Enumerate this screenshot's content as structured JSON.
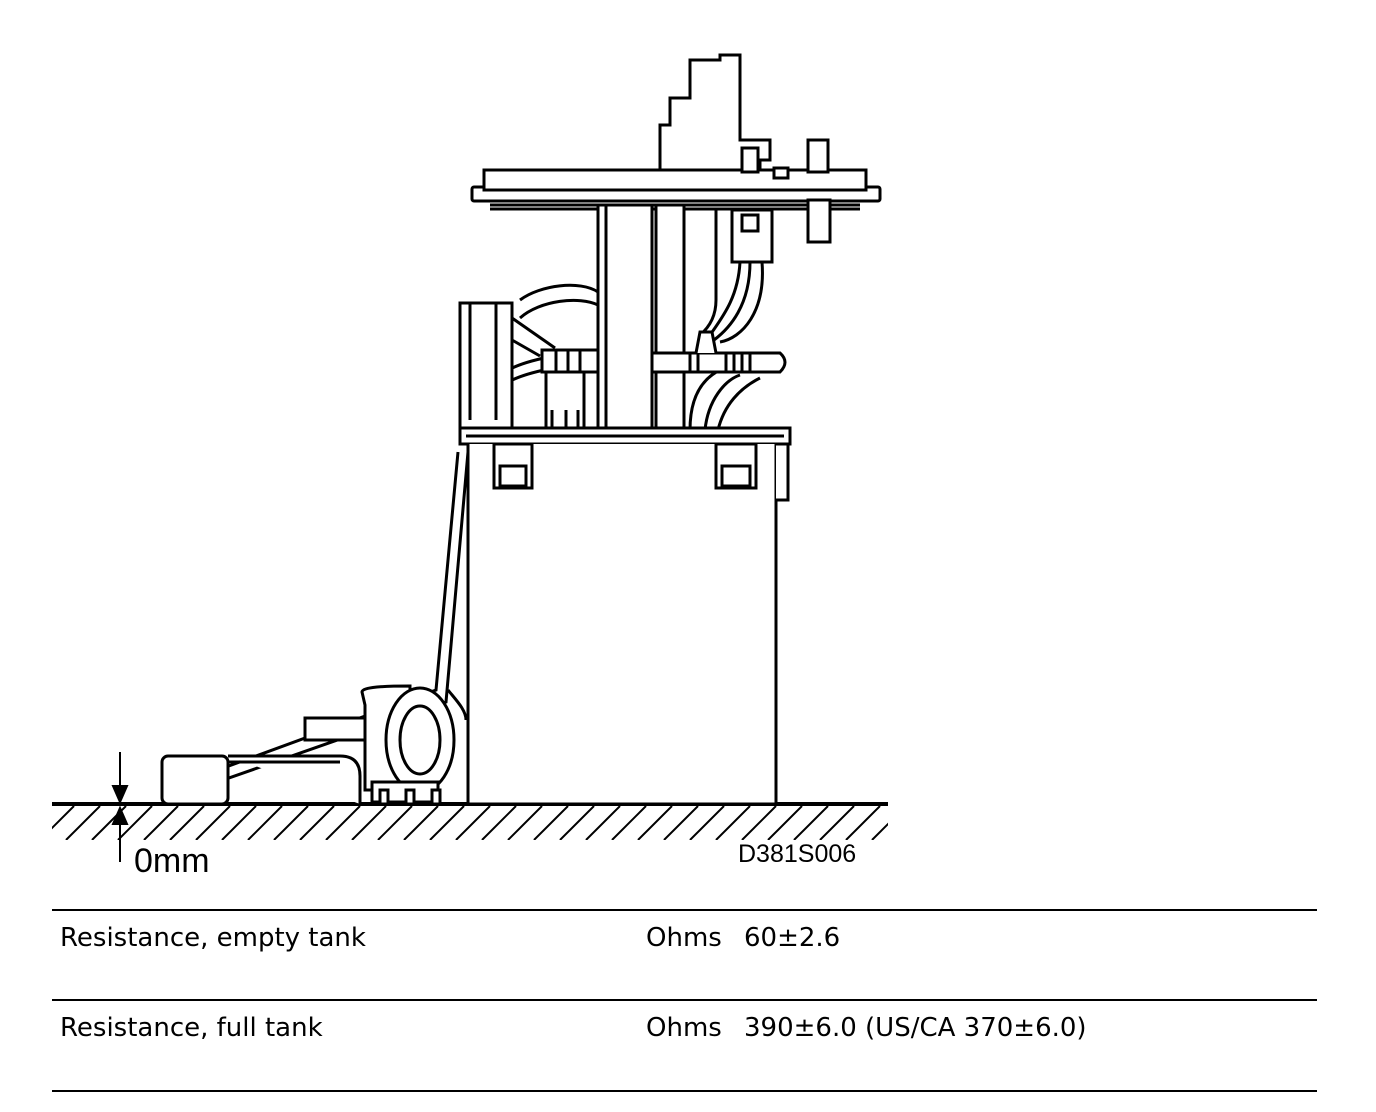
{
  "figure": {
    "height_label": "0mm",
    "figure_code": "D381S006"
  },
  "specs": {
    "rows": [
      {
        "name": "Resistance, empty tank",
        "unit": "Ohms",
        "value": "60±2.6"
      },
      {
        "name": "Resistance, full tank",
        "unit": "Ohms",
        "value": "390±6.0 (US/CA 370±6.0)"
      }
    ]
  }
}
